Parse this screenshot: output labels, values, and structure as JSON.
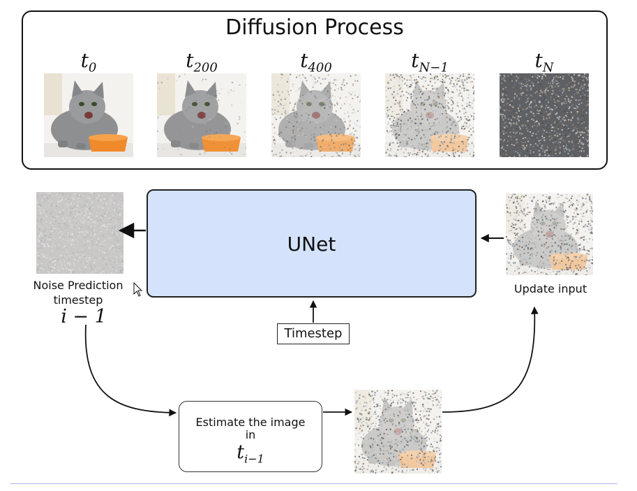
{
  "process": {
    "title": "Diffusion Process",
    "stages": [
      {
        "var": "t",
        "sub": "0",
        "noise": 0.0
      },
      {
        "var": "t",
        "sub": "200",
        "noise": 0.1
      },
      {
        "var": "t",
        "sub": "400",
        "noise": 0.45
      },
      {
        "var": "t",
        "sub": "N−1",
        "noise": 0.8
      },
      {
        "var": "t",
        "sub": "N",
        "noise": 1.0
      }
    ]
  },
  "unet": {
    "label": "UNet"
  },
  "timestep": {
    "label": "Timestep"
  },
  "noise_prediction": {
    "line1": "Noise Prediction",
    "line2": "timestep",
    "math": "i − 1"
  },
  "update": {
    "label": "Update input"
  },
  "estimate": {
    "line1": "Estimate the image",
    "line2": "in",
    "math_var": "t",
    "math_sub": "i−1"
  },
  "colors": {
    "unet_fill": "#d5e2fb",
    "rule": "#a9b7e6",
    "bowl": "#f08a2a"
  }
}
